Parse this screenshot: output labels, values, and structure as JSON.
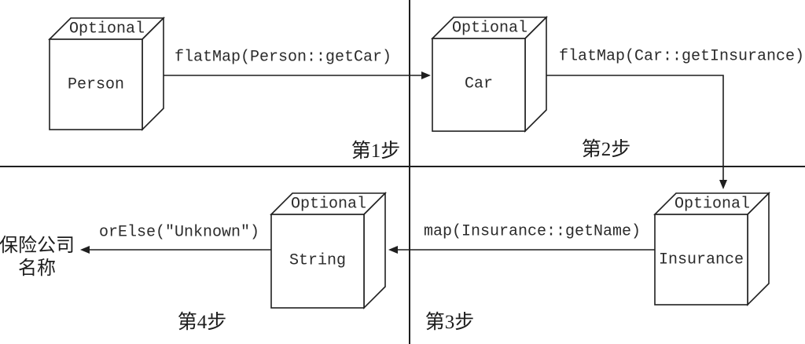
{
  "diagram": {
    "description": "Optional chaining pipeline diagram (4 steps)",
    "colors": {
      "background": "#ffffff",
      "line": "#1f1f1f",
      "text": "#2b2b2b"
    },
    "cubes": {
      "person": {
        "top": "Optional",
        "front": "Person"
      },
      "car": {
        "top": "Optional",
        "front": "Car"
      },
      "insurance": {
        "top": "Optional",
        "front": "Insurance"
      },
      "string": {
        "top": "Optional",
        "front": "String"
      }
    },
    "arrows": {
      "step1": "flatMap(Person::getCar)",
      "step2": "flatMap(Car::getInsurance)",
      "step3": "map(Insurance::getName)",
      "step4": "orElse(\"Unknown\")"
    },
    "steps": {
      "step1": "第1步",
      "step2": "第2步",
      "step3": "第3步",
      "step4": "第4步"
    },
    "result": {
      "line1": "保险公司",
      "line2": "名称"
    }
  }
}
